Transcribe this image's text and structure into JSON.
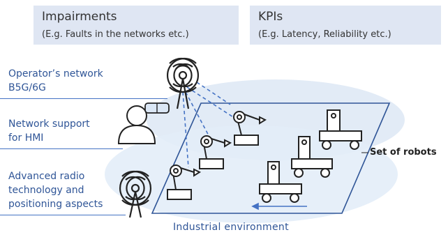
{
  "impairments": {
    "title": "Impairments",
    "subtitle": "(E.g. Faults in the networks etc.)"
  },
  "kpis": {
    "title": "KPIs",
    "subtitle": "(E.g. Latency, Reliability etc.)"
  },
  "left_labels": {
    "operator": [
      "Operator’s network",
      "B5G/6G"
    ],
    "hmi": [
      "Network support",
      "for HMI"
    ],
    "radio": [
      "Advanced radio",
      "technology and",
      "positioning aspects"
    ]
  },
  "set_of_robots": "Set of robots",
  "industrial_environment": "Industrial environment",
  "colors": {
    "box": "#dfe6f3",
    "label_blue": "#2f5597",
    "line_blue": "#4472c4",
    "ellipse": "#dbe7f5",
    "ink": "#222222"
  }
}
